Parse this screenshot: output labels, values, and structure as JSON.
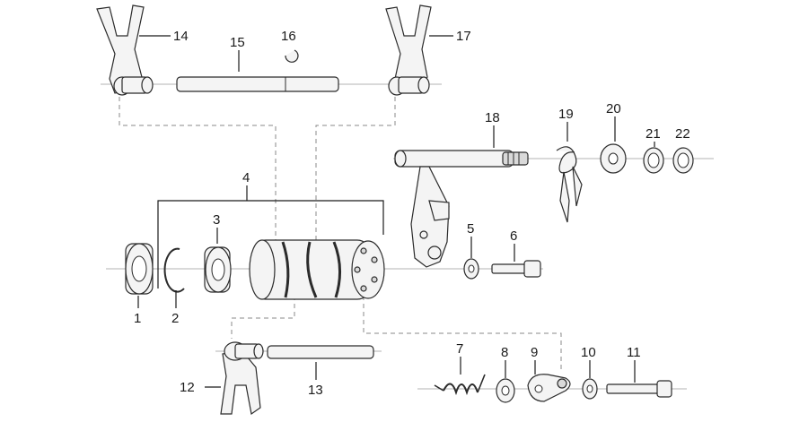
{
  "callouts": [
    {
      "id": "1",
      "label": "1"
    },
    {
      "id": "2",
      "label": "2"
    },
    {
      "id": "3",
      "label": "3"
    },
    {
      "id": "4",
      "label": "4"
    },
    {
      "id": "5",
      "label": "5"
    },
    {
      "id": "6",
      "label": "6"
    },
    {
      "id": "7",
      "label": "7"
    },
    {
      "id": "8",
      "label": "8"
    },
    {
      "id": "9",
      "label": "9"
    },
    {
      "id": "10",
      "label": "10"
    },
    {
      "id": "11",
      "label": "11"
    },
    {
      "id": "12",
      "label": "12"
    },
    {
      "id": "13",
      "label": "13"
    },
    {
      "id": "14",
      "label": "14"
    },
    {
      "id": "15",
      "label": "15"
    },
    {
      "id": "16",
      "label": "16"
    },
    {
      "id": "17",
      "label": "17"
    },
    {
      "id": "18",
      "label": "18"
    },
    {
      "id": "19",
      "label": "19"
    },
    {
      "id": "20",
      "label": "20"
    },
    {
      "id": "21",
      "label": "21"
    },
    {
      "id": "22",
      "label": "22"
    }
  ],
  "colors": {
    "line": "#2b2b2b",
    "fill": "#f4f4f4",
    "axis": "#9a9a9a"
  }
}
